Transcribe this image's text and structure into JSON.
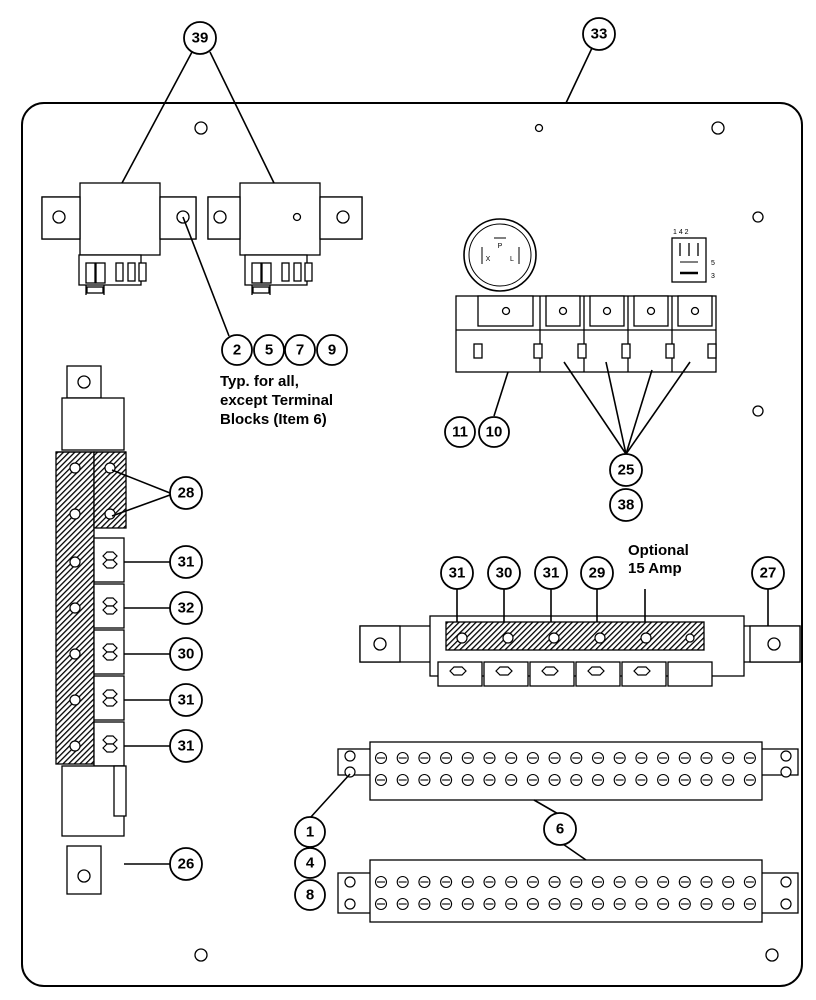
{
  "callouts": {
    "c39": "39",
    "c33": "33",
    "c2": "2",
    "c5": "5",
    "c7": "7",
    "c9": "9",
    "c11": "11",
    "c10": "10",
    "c25": "25",
    "c38": "38",
    "c28": "28",
    "c31a": "31",
    "c32": "32",
    "c30a": "30",
    "c31b": "31",
    "c31c": "31",
    "c26": "26",
    "c31d": "31",
    "c30b": "30",
    "c31e": "31",
    "c29": "29",
    "c27": "27",
    "c1": "1",
    "c4": "4",
    "c8": "8",
    "c6": "6"
  },
  "notes": {
    "typ_line1": "Typ. for all,",
    "typ_line2": "except Terminal",
    "typ_line3": "Blocks (Item 6)",
    "optional_line1": "Optional",
    "optional_line2": "15 Amp"
  },
  "breaker_labels": {
    "p": "P",
    "x": "X",
    "l": "L"
  },
  "switch_labels": {
    "top": "1 4 2",
    "five": "5",
    "three": "3"
  },
  "colors": {
    "line": "#000000",
    "background": "#ffffff"
  }
}
